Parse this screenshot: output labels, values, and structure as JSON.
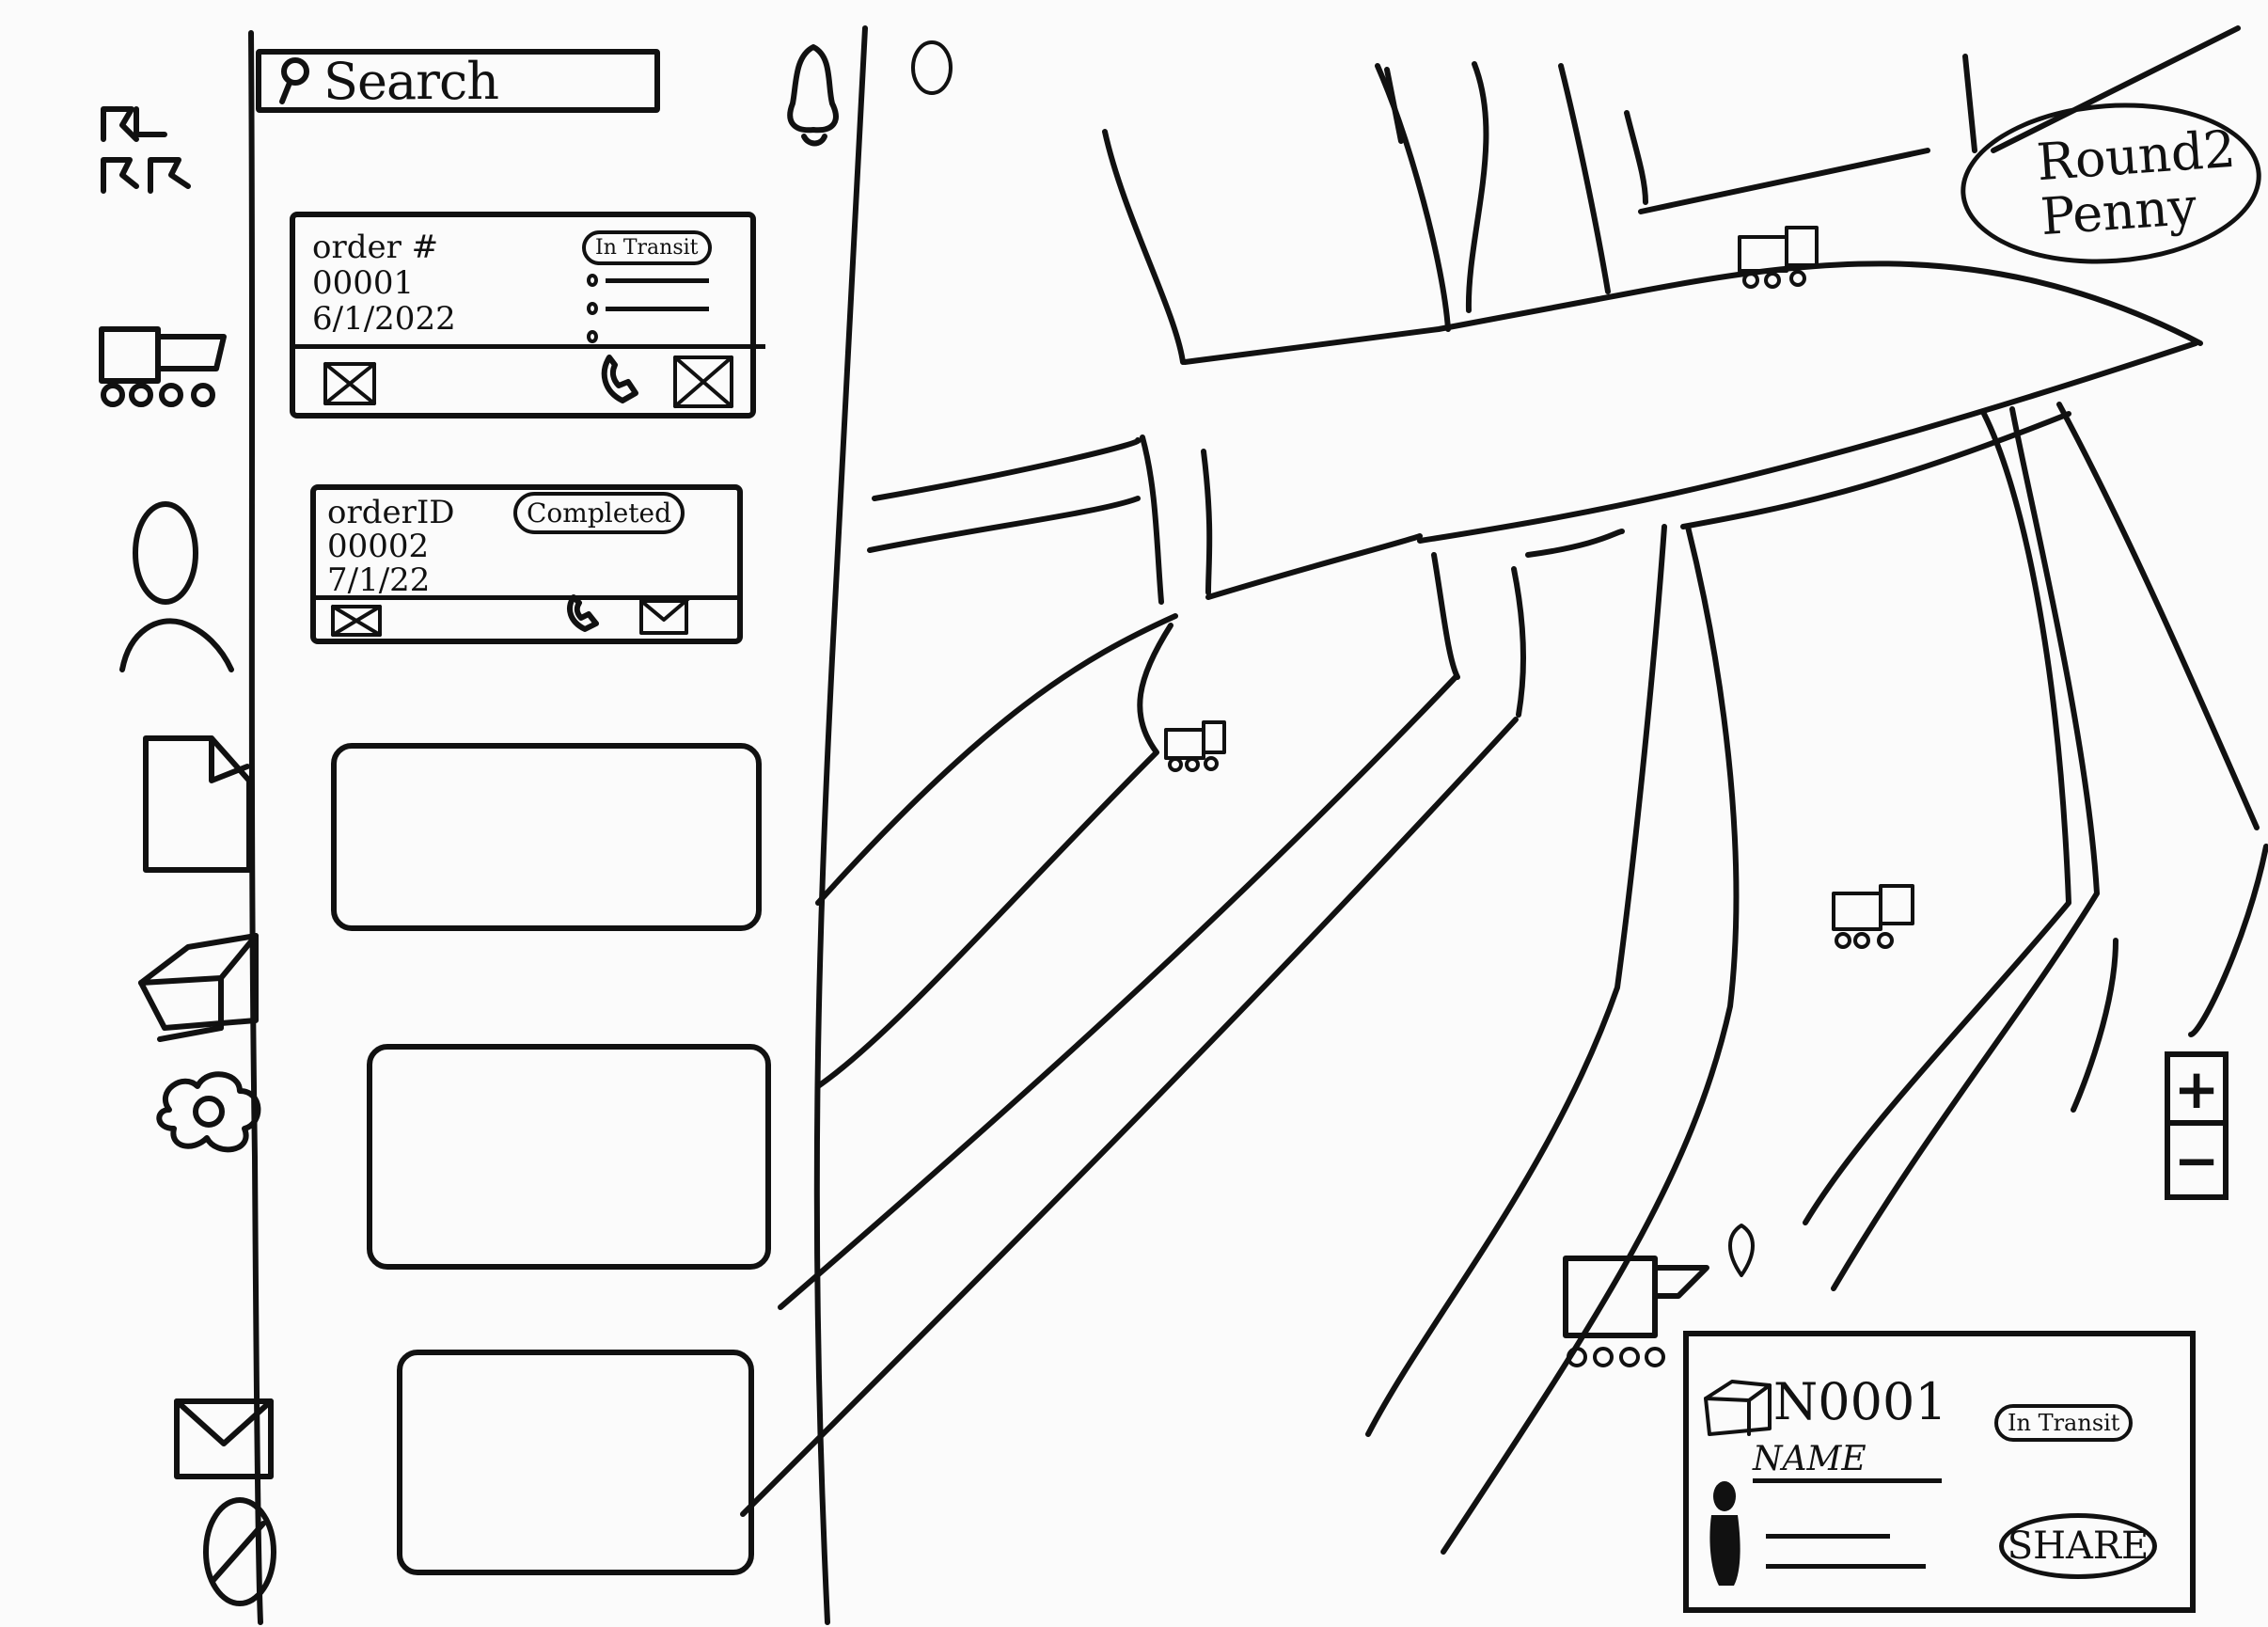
{
  "search": {
    "label": "Search"
  },
  "sidebar": {
    "icons": [
      "dashboard-icon",
      "truck-icon",
      "user-icon",
      "document-icon",
      "box-icon",
      "settings-icon",
      "mail-icon",
      "logout-icon"
    ]
  },
  "orders": [
    {
      "header": "order #",
      "id": "00001",
      "date": "6/1/2022",
      "status": "In Transit"
    },
    {
      "header": "orderID",
      "id": "00002",
      "date": "7/1/22",
      "status": "Completed"
    }
  ],
  "map": {
    "round_badge": {
      "line1": "Round2",
      "line2": "Penny"
    },
    "zoom": {
      "in": "+",
      "out": "−"
    }
  },
  "detail": {
    "id": "N0001",
    "name": "NAME",
    "status": "In Transit",
    "share": "SHARE"
  }
}
